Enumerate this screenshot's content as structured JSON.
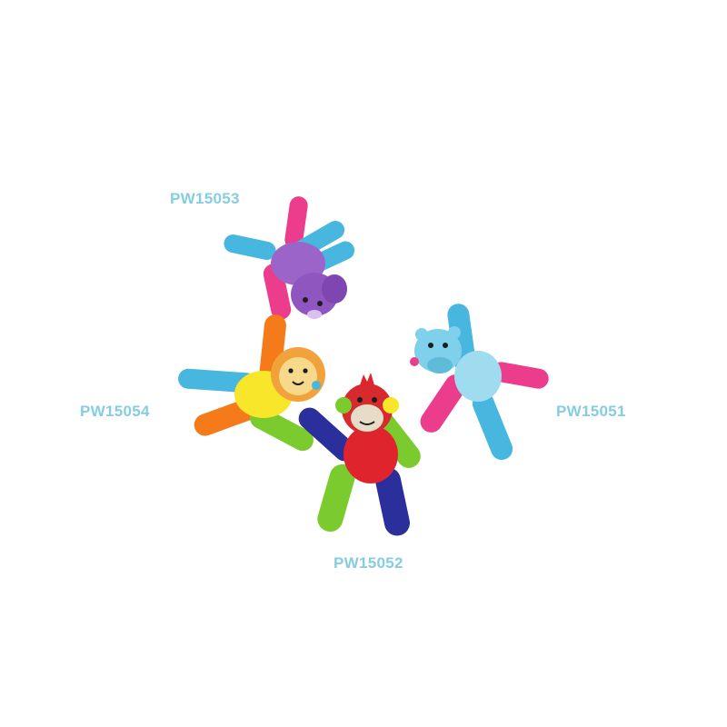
{
  "labels": {
    "pw15053": "PW15053",
    "pw15054": "PW15054",
    "pw15051": "PW15051",
    "pw15052": "PW15052"
  },
  "colors": {
    "label": "#86cde2",
    "pink": "#ec3c8c",
    "light_blue": "#47b7df",
    "orange": "#f47a1a",
    "green": "#7bcb2e",
    "yellow": "#f7e62a",
    "purple": "#9b64c9",
    "red": "#e0242e",
    "navy": "#2b2f9c",
    "hippo_blue": "#9fdcf0"
  },
  "toys": [
    {
      "code": "PW15053",
      "animal": "purple-mouse"
    },
    {
      "code": "PW15054",
      "animal": "lion"
    },
    {
      "code": "PW15051",
      "animal": "hippo"
    },
    {
      "code": "PW15052",
      "animal": "monkey"
    }
  ]
}
